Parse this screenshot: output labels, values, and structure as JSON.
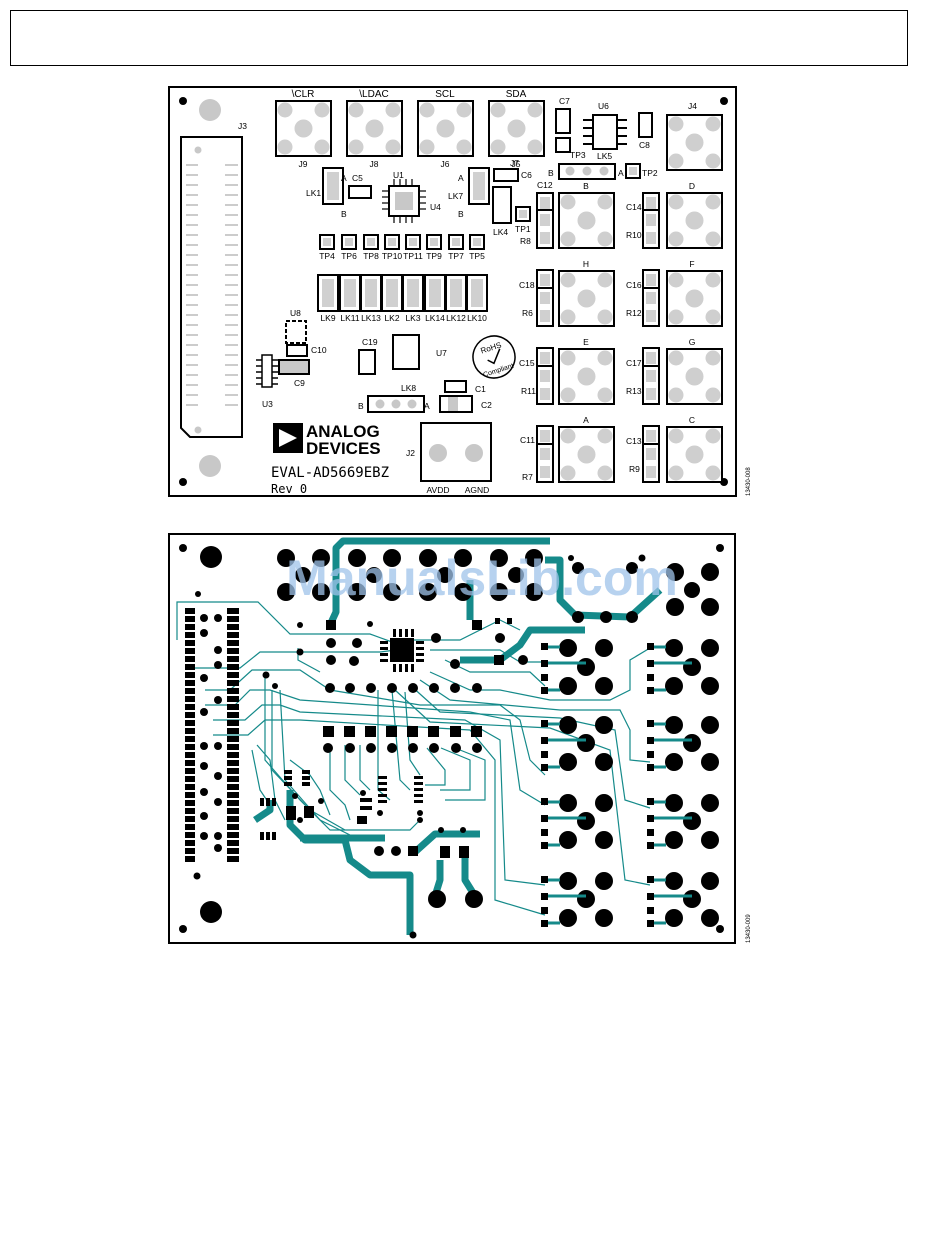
{
  "watermark": "ManualsLib.com",
  "figure_top": {
    "figure_id": "13430-008",
    "logo": {
      "line1": "ANALOG",
      "line2": "DEVICES"
    },
    "board_name": "EVAL-AD5669EBZ",
    "revision": "Rev 0",
    "connector_headers": [
      "\\CLR",
      "\\LDAC",
      "SCL",
      "SDA"
    ],
    "connector_refs": [
      "J9",
      "J8",
      "J6",
      "J5"
    ],
    "j3": "J3",
    "j4": "J4",
    "j7": "J7",
    "j2": "J2",
    "u8": "U8",
    "u3": "U3",
    "u1": "U1",
    "u4": "U4",
    "u6": "U6",
    "u7": "U7",
    "c5": "C5",
    "c6": "C6",
    "c7": "C7",
    "c8": "C8",
    "c9": "C9",
    "c10": "C10",
    "c19": "C19",
    "c1": "C1",
    "c2": "C2",
    "lk1": "LK1",
    "lk7": "LK7",
    "lk4": "LK4",
    "lk5": "LK5",
    "lk8": "LK8",
    "tp1": "TP1",
    "tp2": "TP2",
    "tp3": "TP3",
    "a": "A",
    "b": "B",
    "tp_row": [
      "TP4",
      "TP6",
      "TP8",
      "TP10",
      "TP11",
      "TP9",
      "TP7",
      "TP5"
    ],
    "lk_row": [
      "LK9",
      "LK11",
      "LK13",
      "LK2",
      "LK3",
      "LK14",
      "LK12",
      "LK10"
    ],
    "rohs_line1": "RoHS",
    "rohs_line2": "Compliant",
    "avdd": "AVDD",
    "agnd": "AGND",
    "channel_labels": [
      "B",
      "D",
      "H",
      "F",
      "E",
      "G",
      "A",
      "C"
    ],
    "left_caps": [
      "C12",
      "C18",
      "C15",
      "C11"
    ],
    "left_res": [
      "R8",
      "R6",
      "R11",
      "R7"
    ],
    "right_caps": [
      "C14",
      "C16",
      "C17",
      "C13"
    ],
    "right_res": [
      "R10",
      "R12",
      "R13",
      "R9"
    ]
  },
  "figure_bottom": {
    "figure_id": "13430-009"
  },
  "colors": {
    "trace": "#158a8a",
    "silkscreen": "#000000",
    "watermark": "#9fc3ea",
    "pad_fill": "#c8c8c8"
  }
}
